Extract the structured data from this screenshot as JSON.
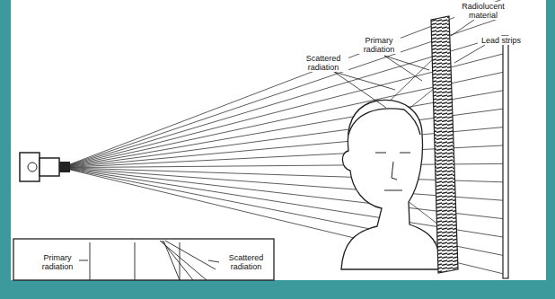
{
  "diagram": {
    "labels": [
      "Radiolucent material",
      "Lead strips",
      "Primary radiation",
      "Scattered radiation",
      "Primary radiation",
      "Scattered radiation"
    ]
  }
}
